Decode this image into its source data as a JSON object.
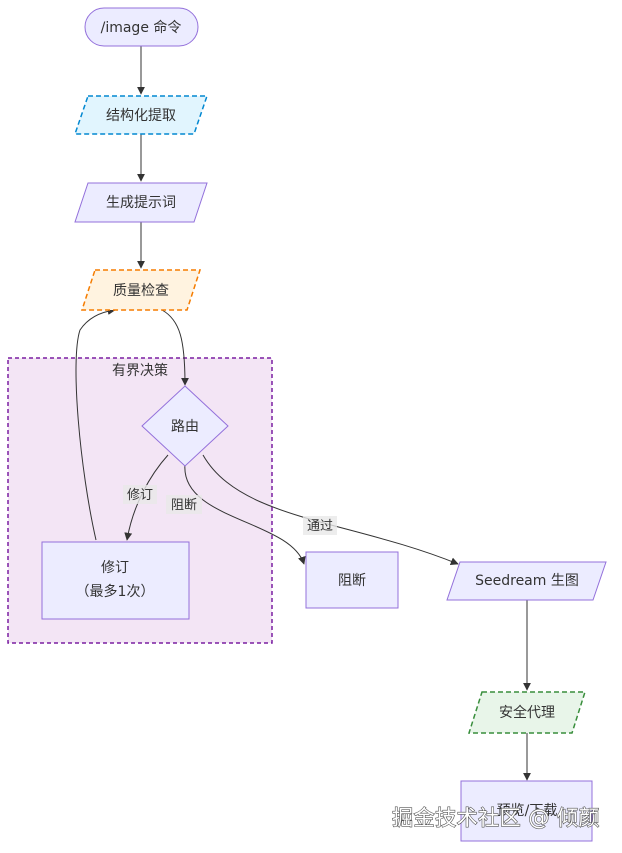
{
  "subgraph": {
    "title": "有界决策"
  },
  "nodes": {
    "image_cmd": "/image 命令",
    "structured_extract": "结构化提取",
    "gen_prompt": "生成提示词",
    "quality_check": "质量检查",
    "route": "路由",
    "revise_line1": "修订",
    "revise_line2": "（最多1次）",
    "block": "阻断",
    "seedream": "Seedream 生图",
    "safety_proxy": "安全代理",
    "preview_download": "预览/下载"
  },
  "edges": {
    "route_to_revise": "修订",
    "route_to_block": "阻断",
    "route_to_seedream": "通过"
  },
  "watermark": "掘金技术社区 @ 倾颜",
  "colors": {
    "default_fill": "#ececff",
    "default_stroke": "#9370db",
    "extract_fill": "#e1f5fe",
    "extract_stroke": "#0288d1",
    "quality_fill": "#fff3e0",
    "quality_stroke": "#f57c00",
    "safety_fill": "#e8f5e9",
    "safety_stroke": "#388e3c",
    "subgraph_fill": "#f3e5f5",
    "subgraph_stroke": "#7b1fa2"
  }
}
